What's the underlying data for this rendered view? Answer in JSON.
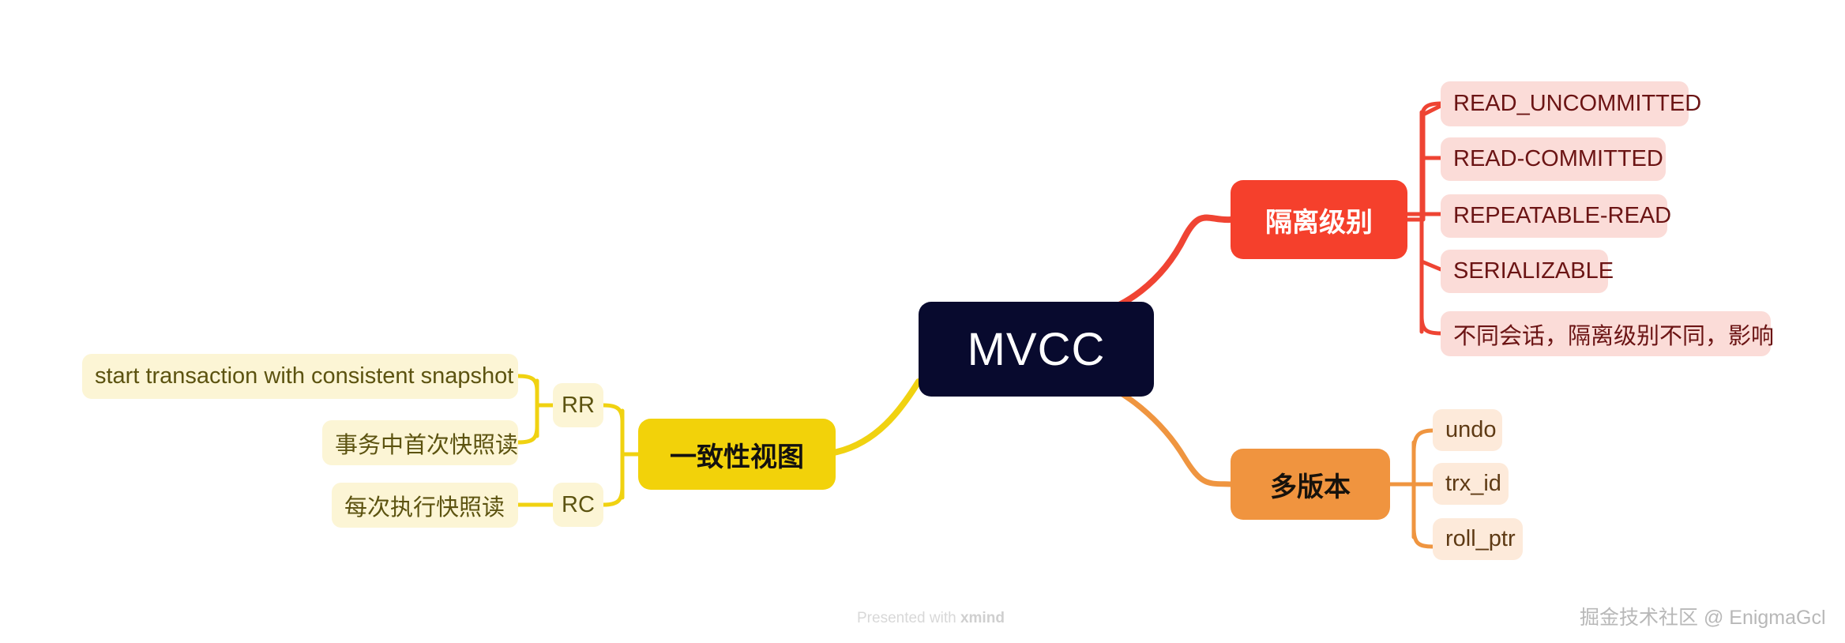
{
  "root": {
    "label": "MVCC",
    "color": "#080a2e"
  },
  "branches": [
    {
      "label": "隔离级别",
      "color": "#f5402c",
      "leaf_color": "#fbdcd8",
      "children": [
        {
          "label": "READ_UNCOMMITTED"
        },
        {
          "label": "READ-COMMITTED"
        },
        {
          "label": "REPEATABLE-READ"
        },
        {
          "label": "SERIALIZABLE"
        },
        {
          "label": "不同会话，隔离级别不同，影响"
        }
      ]
    },
    {
      "label": "多版本",
      "color": "#f0943f",
      "leaf_color": "#fdeada",
      "children": [
        {
          "label": "undo"
        },
        {
          "label": "trx_id"
        },
        {
          "label": "roll_ptr"
        }
      ]
    },
    {
      "label": "一致性视图",
      "color": "#f2d20a",
      "leaf_color": "#fcf5d5",
      "children": [
        {
          "label": "RR",
          "children": [
            {
              "label": "start transaction with consistent snapshot"
            },
            {
              "label": "事务中首次快照读"
            }
          ]
        },
        {
          "label": "RC",
          "children": [
            {
              "label": "每次执行快照读"
            }
          ]
        }
      ]
    }
  ],
  "watermarks": {
    "xmind_prefix": "Presented with ",
    "xmind_brand": "xmind",
    "author": "掘金技术社区 @ EnigmaGcl"
  }
}
